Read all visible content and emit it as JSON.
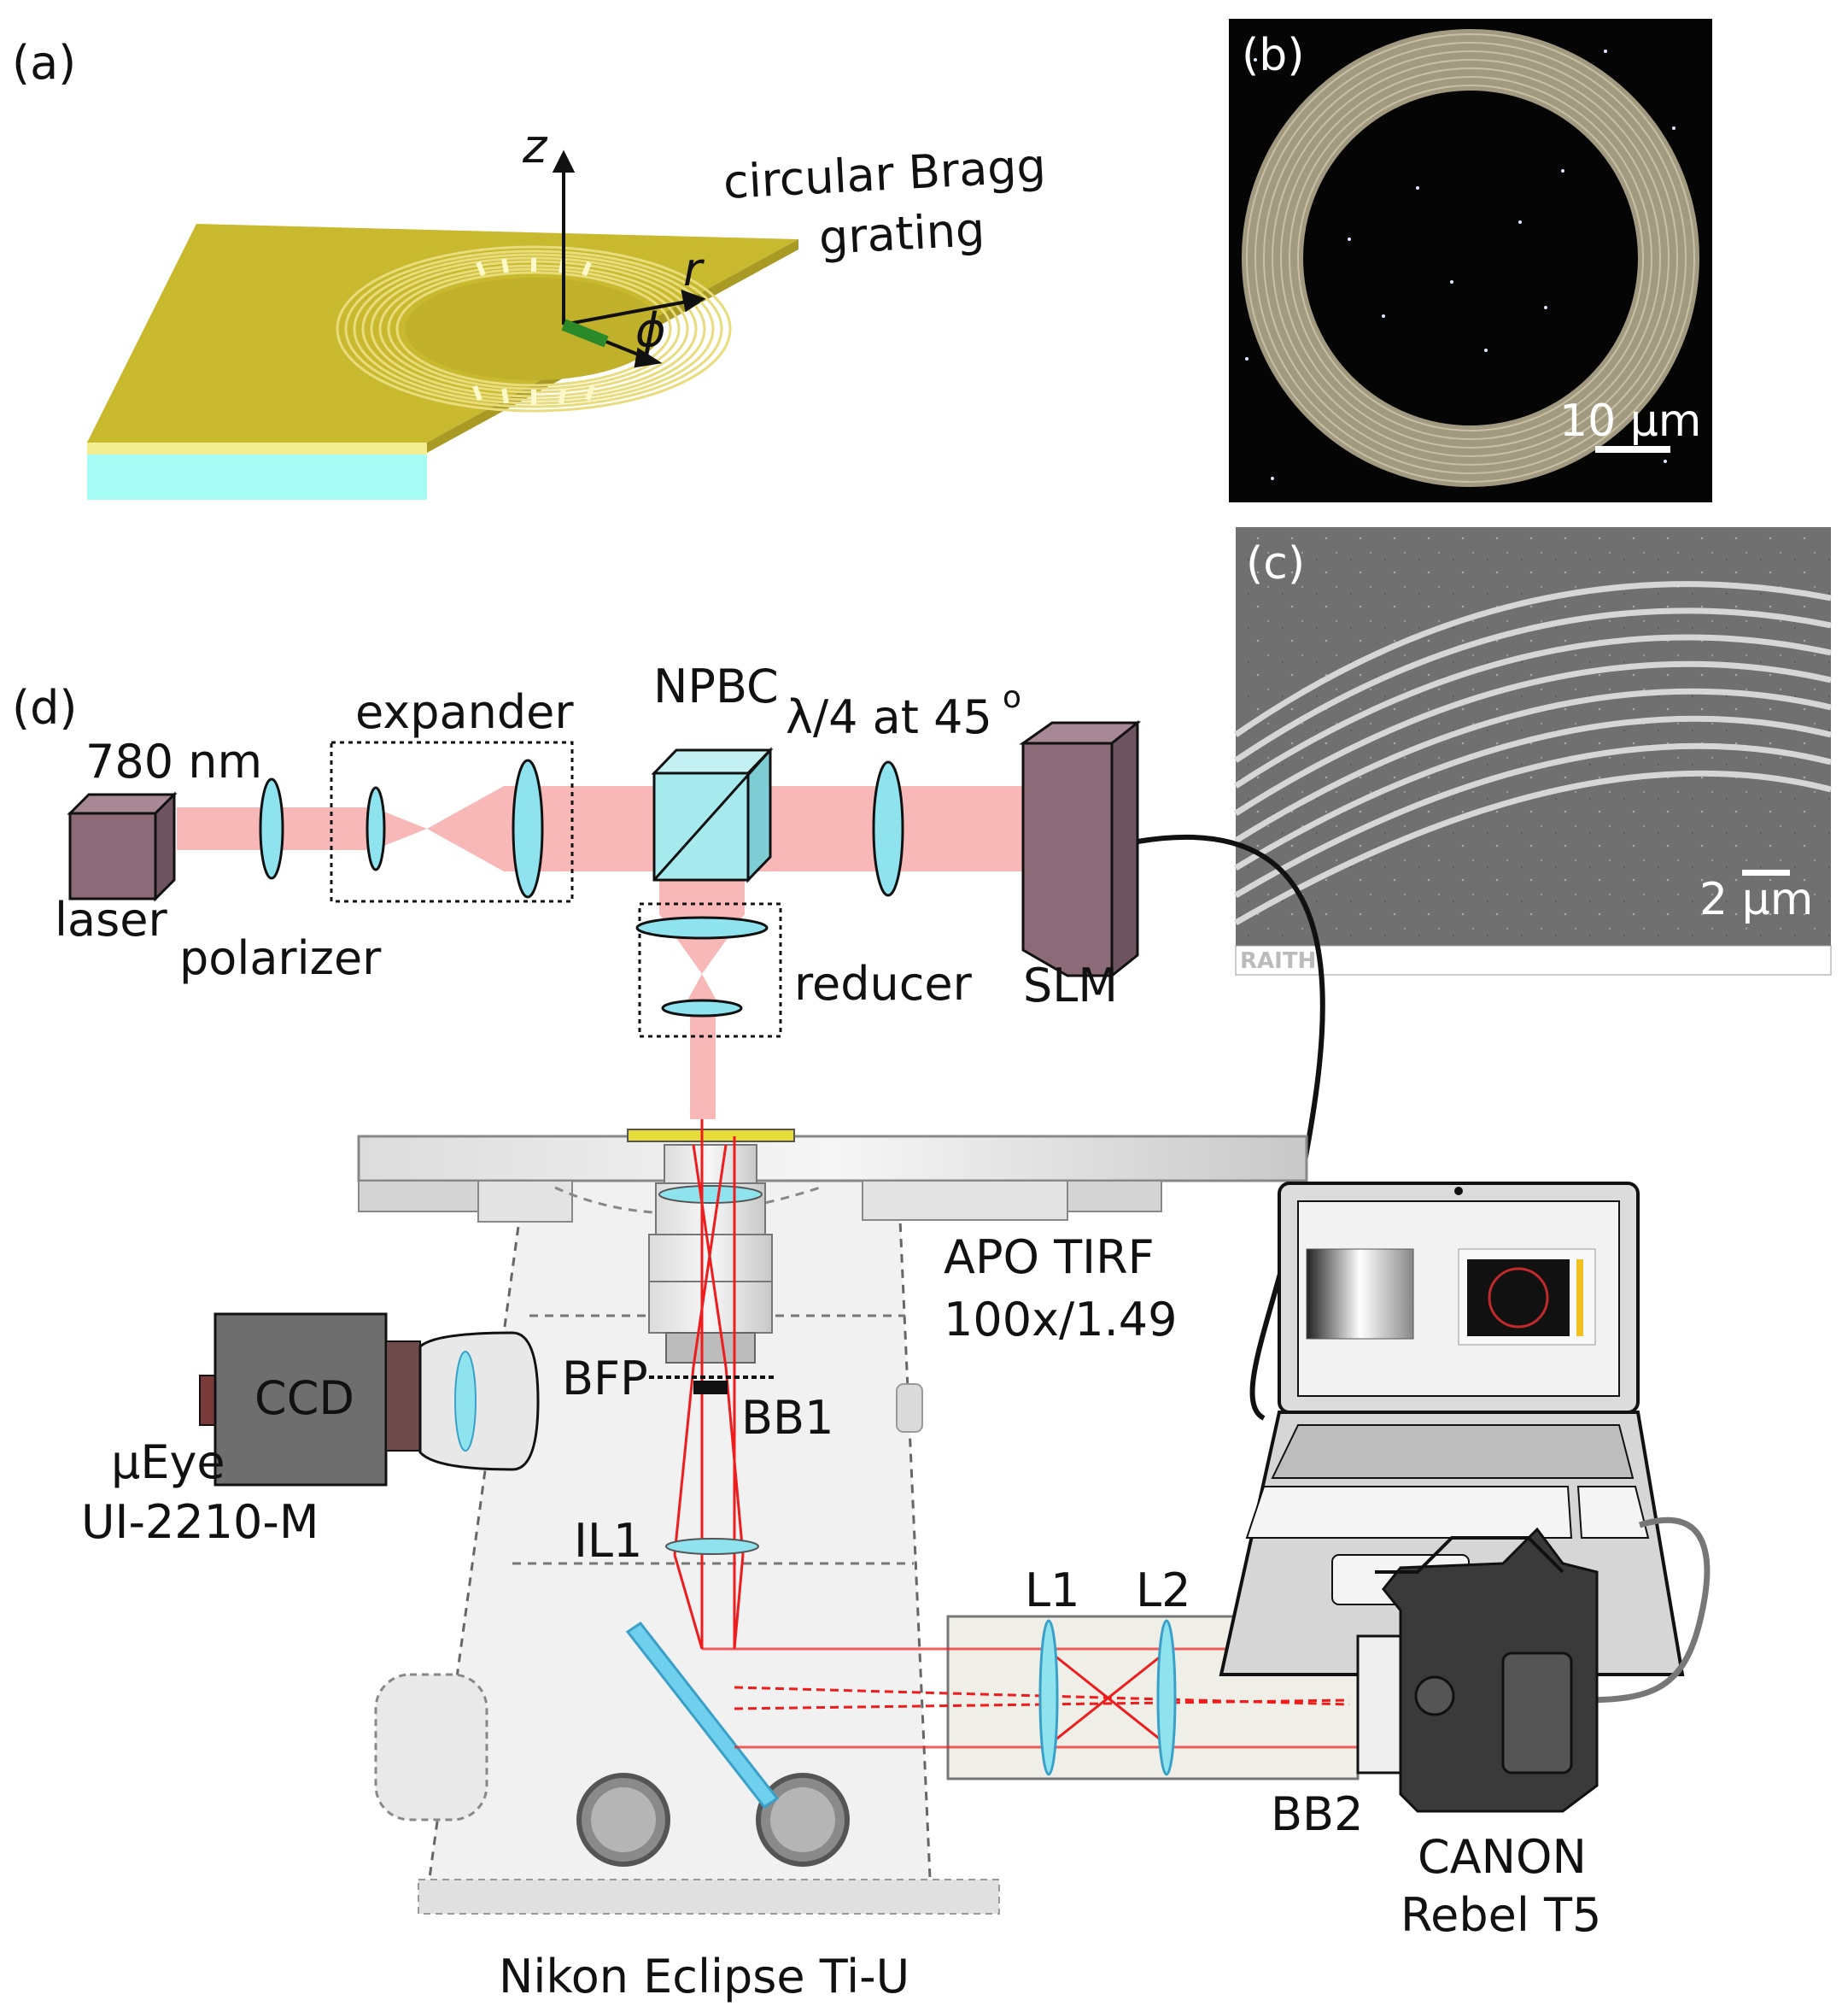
{
  "panels": {
    "a": {
      "tag": "(a)",
      "axis_z": "z",
      "axis_r": "r",
      "axis_phi": "ϕ",
      "title_line1": "circular Bragg",
      "title_line2": "grating"
    },
    "b": {
      "tag": "(b)",
      "scale": "10 μm"
    },
    "c": {
      "tag": "(c)",
      "scale": "2 μm",
      "footer_logo": "RAITH"
    },
    "d": {
      "tag": "(d)",
      "wavelength": "780 nm",
      "laser": "laser",
      "polarizer": "polarizer",
      "expander": "expander",
      "npbc": "NPBC",
      "waveplate": "λ/4 at 45",
      "waveplate_deg": "o",
      "reducer": "reducer",
      "slm": "SLM",
      "objective_line1": "APO TIRF",
      "objective_line2": "100x/1.49",
      "ccd": "CCD",
      "camera_line1": "μEye",
      "camera_line2": "UI-2210-M",
      "bfp": "BFP",
      "bb1": "BB1",
      "il1": "IL1",
      "l1": "L1",
      "l2": "L2",
      "bb2": "BB2",
      "canon_line1": "CANON",
      "canon_line2": "Rebel T5",
      "microscope": "Nikon Eclipse Ti-U"
    }
  },
  "colors": {
    "gold": "#c9b92e",
    "cyan": "#9ff2f2",
    "beam": "#f8b8b8",
    "lens": "#8fe3ee",
    "box": "#8c6a78",
    "red_ray": "#ee1c1c"
  }
}
